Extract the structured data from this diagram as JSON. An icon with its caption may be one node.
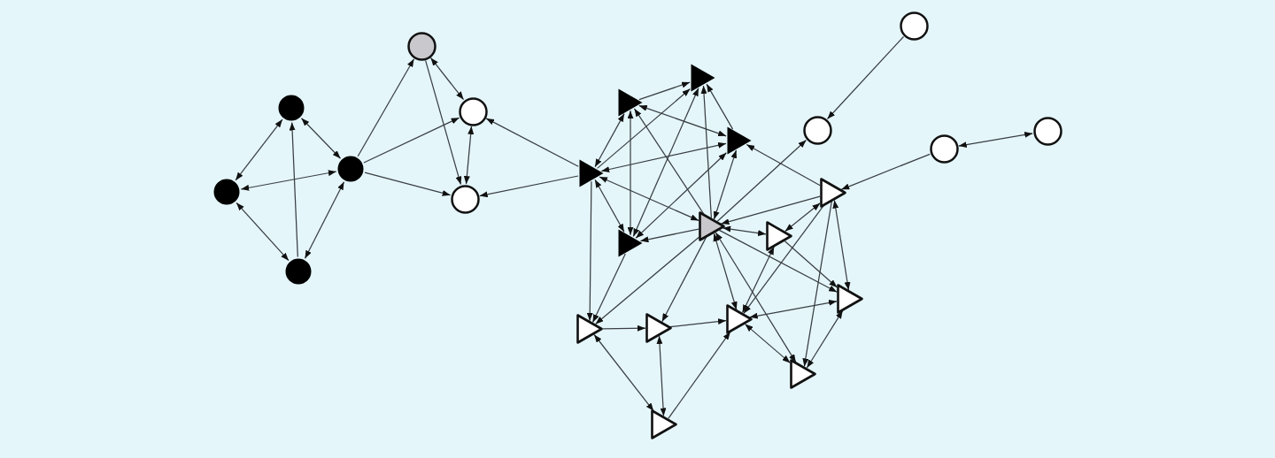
{
  "diagram": {
    "nodes": [
      {
        "text": [],
        "shape": "circle"
      },
      {
        "text": [],
        "shape": "circle"
      },
      {
        "text": [],
        "shape": "circle"
      },
      {
        "text": [],
        "shape": "circle"
      },
      {
        "text": [],
        "shape": "circle"
      },
      {
        "text": [],
        "shape": "circle"
      },
      {
        "text": [],
        "shape": "circle"
      },
      {
        "text": [],
        "shape": "triangle"
      },
      {
        "text": [],
        "shape": "triangle"
      },
      {
        "text": [],
        "shape": "triangle"
      },
      {
        "text": [],
        "shape": "triangle"
      },
      {
        "text": [],
        "shape": "triangle"
      },
      {
        "text": [],
        "shape": "triangle"
      },
      {
        "text": [],
        "shape": "triangle"
      },
      {
        "text": [],
        "shape": "triangle"
      },
      {
        "text": [],
        "shape": "triangle"
      },
      {
        "text": [],
        "shape": "triangle"
      },
      {
        "text": [],
        "shape": "triangle"
      },
      {
        "text": [],
        "shape": "triangle"
      },
      {
        "text": [],
        "shape": "circle"
      },
      {
        "text": [],
        "shape": "triangle"
      },
      {
        "text": [],
        "shape": "triangle"
      },
      {
        "text": [],
        "shape": "circle"
      },
      {
        "text": [],
        "shape": "circle"
      },
      {
        "text": [],
        "shape": "circle"
      }
    ],
    "edges": [
      {
        "from": 1,
        "to": 0,
        "arrow": "both"
      },
      {
        "from": 1,
        "to": 3,
        "arrow": "both"
      },
      {
        "from": 2,
        "to": 1,
        "arrow": "to"
      },
      {
        "from": 0,
        "to": 3,
        "arrow": "both"
      },
      {
        "from": 0,
        "to": 2,
        "arrow": "both"
      },
      {
        "from": 3,
        "to": 2,
        "arrow": "both"
      },
      {
        "from": 3,
        "to": 4,
        "arrow": "to"
      },
      {
        "from": 3,
        "to": 6,
        "arrow": "to"
      },
      {
        "from": 3,
        "to": 5,
        "arrow": "to"
      },
      {
        "from": 4,
        "to": 6,
        "arrow": "both"
      },
      {
        "from": 4,
        "to": 5,
        "arrow": "to"
      },
      {
        "from": 6,
        "to": 5,
        "arrow": "both"
      },
      {
        "from": 7,
        "to": 6,
        "arrow": "to"
      },
      {
        "from": 7,
        "to": 5,
        "arrow": "to"
      },
      {
        "from": 7,
        "to": 9,
        "arrow": "both"
      },
      {
        "from": 7,
        "to": 13,
        "arrow": "to"
      },
      {
        "from": 9,
        "to": 13,
        "arrow": "to"
      },
      {
        "from": 9,
        "to": 15,
        "arrow": "both"
      },
      {
        "from": 7,
        "to": 15,
        "arrow": "both"
      },
      {
        "from": 7,
        "to": 14,
        "arrow": "both"
      },
      {
        "from": 7,
        "to": 10,
        "arrow": "both"
      },
      {
        "from": 7,
        "to": 8,
        "arrow": "to"
      },
      {
        "from": 9,
        "to": 10,
        "arrow": "both"
      },
      {
        "from": 14,
        "to": 9,
        "arrow": "to"
      },
      {
        "from": 13,
        "to": 10,
        "arrow": "both"
      },
      {
        "from": 14,
        "to": 13,
        "arrow": "to"
      },
      {
        "from": 15,
        "to": 13,
        "arrow": "to"
      },
      {
        "from": 15,
        "to": 10,
        "arrow": "both"
      },
      {
        "from": 15,
        "to": 14,
        "arrow": "both"
      },
      {
        "from": 14,
        "to": 10,
        "arrow": "to"
      },
      {
        "from": 14,
        "to": 17,
        "arrow": "both"
      },
      {
        "from": 20,
        "to": 15,
        "arrow": "to"
      },
      {
        "from": 14,
        "to": 19,
        "arrow": "to"
      },
      {
        "from": 20,
        "to": 14,
        "arrow": "to"
      },
      {
        "from": 23,
        "to": 20,
        "arrow": "to"
      },
      {
        "from": 23,
        "to": 24,
        "arrow": "both"
      },
      {
        "from": 22,
        "to": 19,
        "arrow": "to"
      },
      {
        "from": 20,
        "to": 17,
        "arrow": "both"
      },
      {
        "from": 20,
        "to": 21,
        "arrow": "both"
      },
      {
        "from": 20,
        "to": 18,
        "arrow": "to"
      },
      {
        "from": 20,
        "to": 16,
        "arrow": "to"
      },
      {
        "from": 17,
        "to": 16,
        "arrow": "both"
      },
      {
        "from": 16,
        "to": 21,
        "arrow": "both"
      },
      {
        "from": 14,
        "to": 16,
        "arrow": "both"
      },
      {
        "from": 14,
        "to": 18,
        "arrow": "both"
      },
      {
        "from": 14,
        "to": 21,
        "arrow": "to"
      },
      {
        "from": 17,
        "to": 21,
        "arrow": "to"
      },
      {
        "from": 16,
        "to": 18,
        "arrow": "both"
      },
      {
        "from": 21,
        "to": 18,
        "arrow": "both"
      },
      {
        "from": 14,
        "to": 8,
        "arrow": "to"
      },
      {
        "from": 10,
        "to": 8,
        "arrow": "to"
      },
      {
        "from": 14,
        "to": 11,
        "arrow": "to"
      },
      {
        "from": 8,
        "to": 11,
        "arrow": "to"
      },
      {
        "from": 11,
        "to": 16,
        "arrow": "to"
      },
      {
        "from": 8,
        "to": 12,
        "arrow": "both"
      },
      {
        "from": 11,
        "to": 12,
        "arrow": "both"
      },
      {
        "from": 12,
        "to": 16,
        "arrow": "to"
      }
    ]
  }
}
